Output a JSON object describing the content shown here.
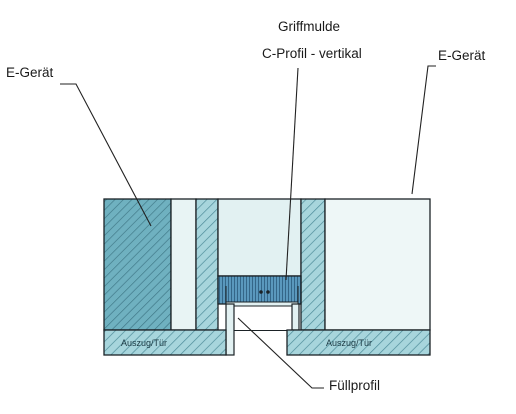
{
  "labels": {
    "e_geraet_left": "E-Gerät",
    "e_geraet_right": "E-Gerät",
    "griffmulde_line1": "Griffmulde",
    "griffmulde_line2": "C-Profil - vertikal",
    "fuellprofil": "Füllprofil",
    "auszug_tuer_left": "Auszug/Tür",
    "auszug_tuer_right": "Auszug/Tür"
  },
  "colors": {
    "hatch_fill": "#9fd0d8",
    "hatch_line": "#4e8c99",
    "dark_hatch_fill": "#5fa7b8",
    "light_panel": "#e6f3f3",
    "white_panel": "#f4fafa",
    "outline": "#1b2226",
    "leader": "#222222",
    "profile_dark": "#2c5f80",
    "profile_fill": "#4f8fb4"
  }
}
